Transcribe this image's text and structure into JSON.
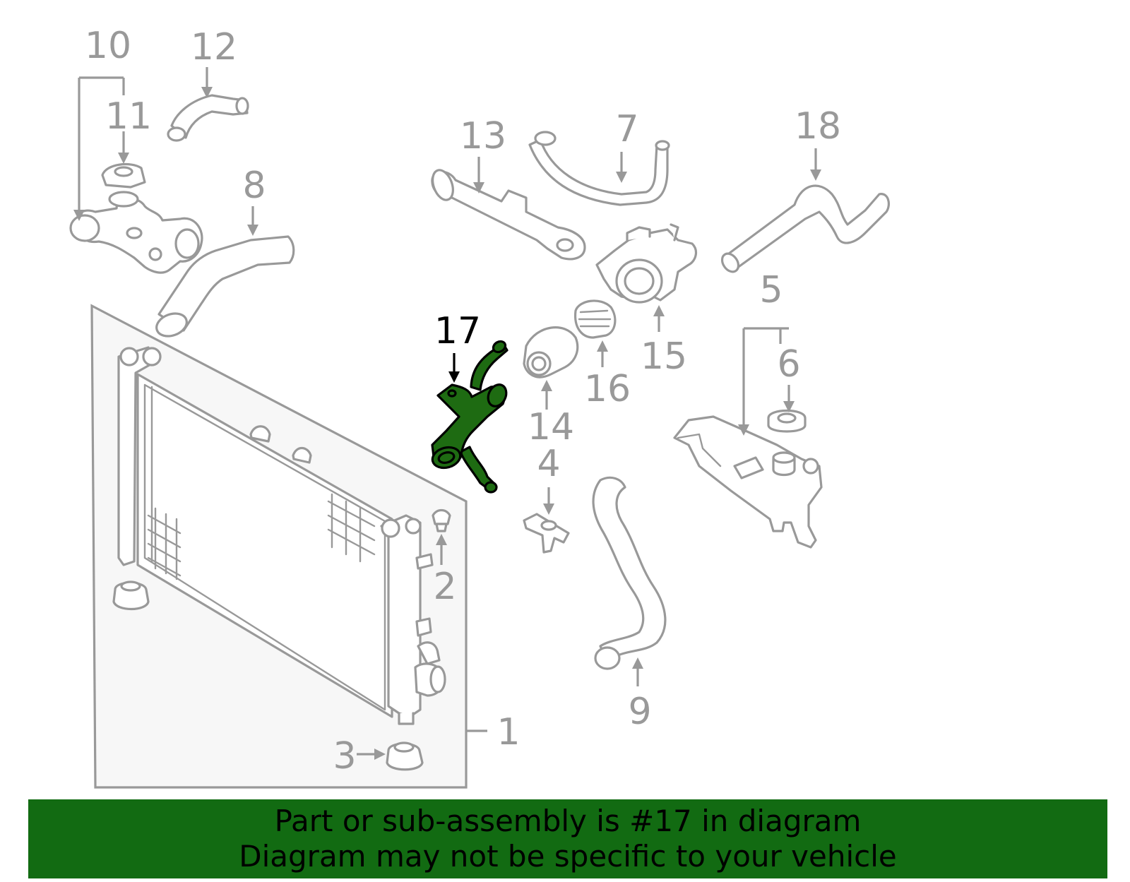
{
  "diagram": {
    "highlight_color": "#1e6b12",
    "line_color": "#999999",
    "highlighted_part": "17",
    "callouts": {
      "c1": "1",
      "c2": "2",
      "c3": "3",
      "c4": "4",
      "c5": "5",
      "c6": "6",
      "c7": "7",
      "c8": "8",
      "c9": "9",
      "c10": "10",
      "c11": "11",
      "c12": "12",
      "c13": "13",
      "c14": "14",
      "c15": "15",
      "c16": "16",
      "c17": "17",
      "c18": "18"
    }
  },
  "banner": {
    "background": "#126b12",
    "line1": "Part or sub-assembly is #17 in diagram",
    "line2": "Diagram may not be specific to your vehicle"
  }
}
